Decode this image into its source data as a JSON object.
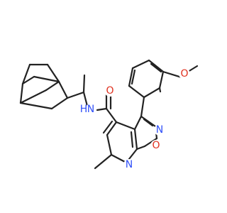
{
  "molecule": {
    "atoms": [
      {
        "id": "a1",
        "symbol": "O",
        "color": "#e0301e"
      },
      {
        "id": "a2",
        "symbol": "N",
        "color": "#3050f8"
      },
      {
        "id": "a3",
        "symbol": "H",
        "color": "#3050f8"
      },
      {
        "id": "a4",
        "symbol": "O",
        "color": "#e0301e"
      },
      {
        "id": "a5",
        "symbol": "O",
        "color": "#e0301e"
      },
      {
        "id": "a6",
        "symbol": "N",
        "color": "#3050f8"
      },
      {
        "id": "a7",
        "symbol": "N",
        "color": "#3050f8"
      }
    ],
    "bond_color": "#222222",
    "background": "#ffffff"
  }
}
